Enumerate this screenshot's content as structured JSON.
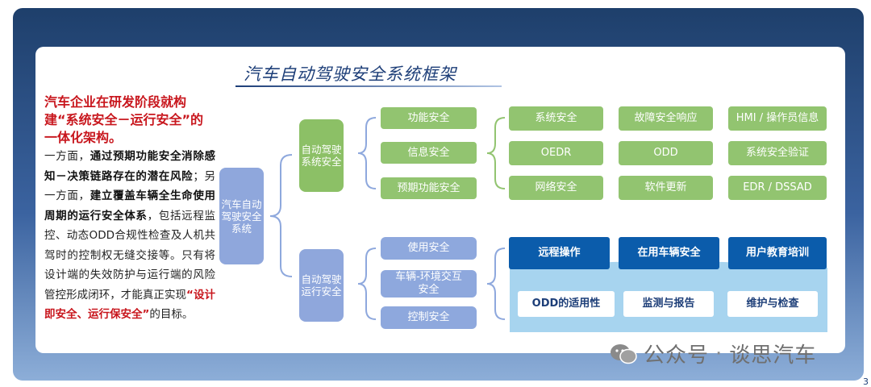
{
  "title": "汽车自动驾驶安全系统框架",
  "left_text": {
    "headline": "汽车企业在研发阶段就构建“系统安全－运行安全”的一体化架构。",
    "p1": "一方面，",
    "p1b": "通过预期功能安全消除感知－决策链路存在的潜在风险",
    "p2": "；另一方面，",
    "p2b": "建立覆盖车辆全生命使用周期的运行安全体系",
    "p3": "，包括远程监控、动态ODD合规性检查及人机共驾时的控制权无缝交接等。只有将设计端的失效防护与运行端的风险管控形成闭环，才能真正实现",
    "p3r": "“设计即安全、运行保安全”",
    "p4": "的目标。"
  },
  "root": "汽车自动驾驶安全系统",
  "system": {
    "label": "自动驾驶系统安全",
    "subs": [
      "功能安全",
      "信息安全",
      "预期功能安全"
    ],
    "grid": [
      [
        "系统安全",
        "故障安全响应",
        "HMI / 操作员信息"
      ],
      [
        "OEDR",
        "ODD",
        "系统安全验证"
      ],
      [
        "网络安全",
        "软件更新",
        "EDR / DSSAD"
      ]
    ]
  },
  "operation": {
    "label": "自动驾驶运行安全",
    "subs": [
      "使用安全",
      "车辆-环境交互安全",
      "控制安全"
    ],
    "top": [
      "远程操作",
      "在用车辆安全",
      "用户教育培训"
    ],
    "bottom": [
      "ODD的适用性",
      "监测与报告",
      "维护与检查"
    ]
  },
  "watermark": {
    "text": "公众号",
    "dot": "·",
    "name": "谈思汽车"
  },
  "page_number": "3"
}
